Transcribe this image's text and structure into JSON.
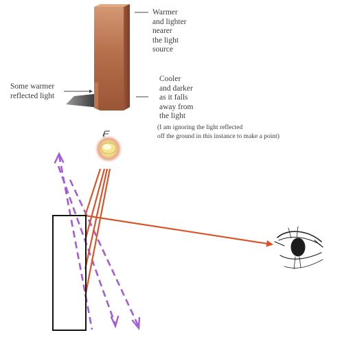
{
  "annotations": {
    "warmer": [
      "Warmer",
      "and lighter",
      "nearer",
      "the light",
      "source"
    ],
    "cooler": [
      "Cooler",
      "and darker",
      "as it falls",
      "away from",
      "the light"
    ],
    "reflected": [
      "Some warmer",
      "reflected light"
    ],
    "note": [
      "(I am ignoring the light reflected",
      "off the ground in this instance to make a point)"
    ]
  },
  "colors": {
    "block_front": "#b36b47",
    "block_side": "#8a4630",
    "block_top": "#e0ab86",
    "light_ray": "#d9542a",
    "dashed_ray": "#a35cd6",
    "outline": "#111111",
    "shadow": "#3a3a3a",
    "leader_line": "#444444"
  },
  "icons": {
    "light": "light-bulb-icon",
    "eye": "eye-icon"
  }
}
